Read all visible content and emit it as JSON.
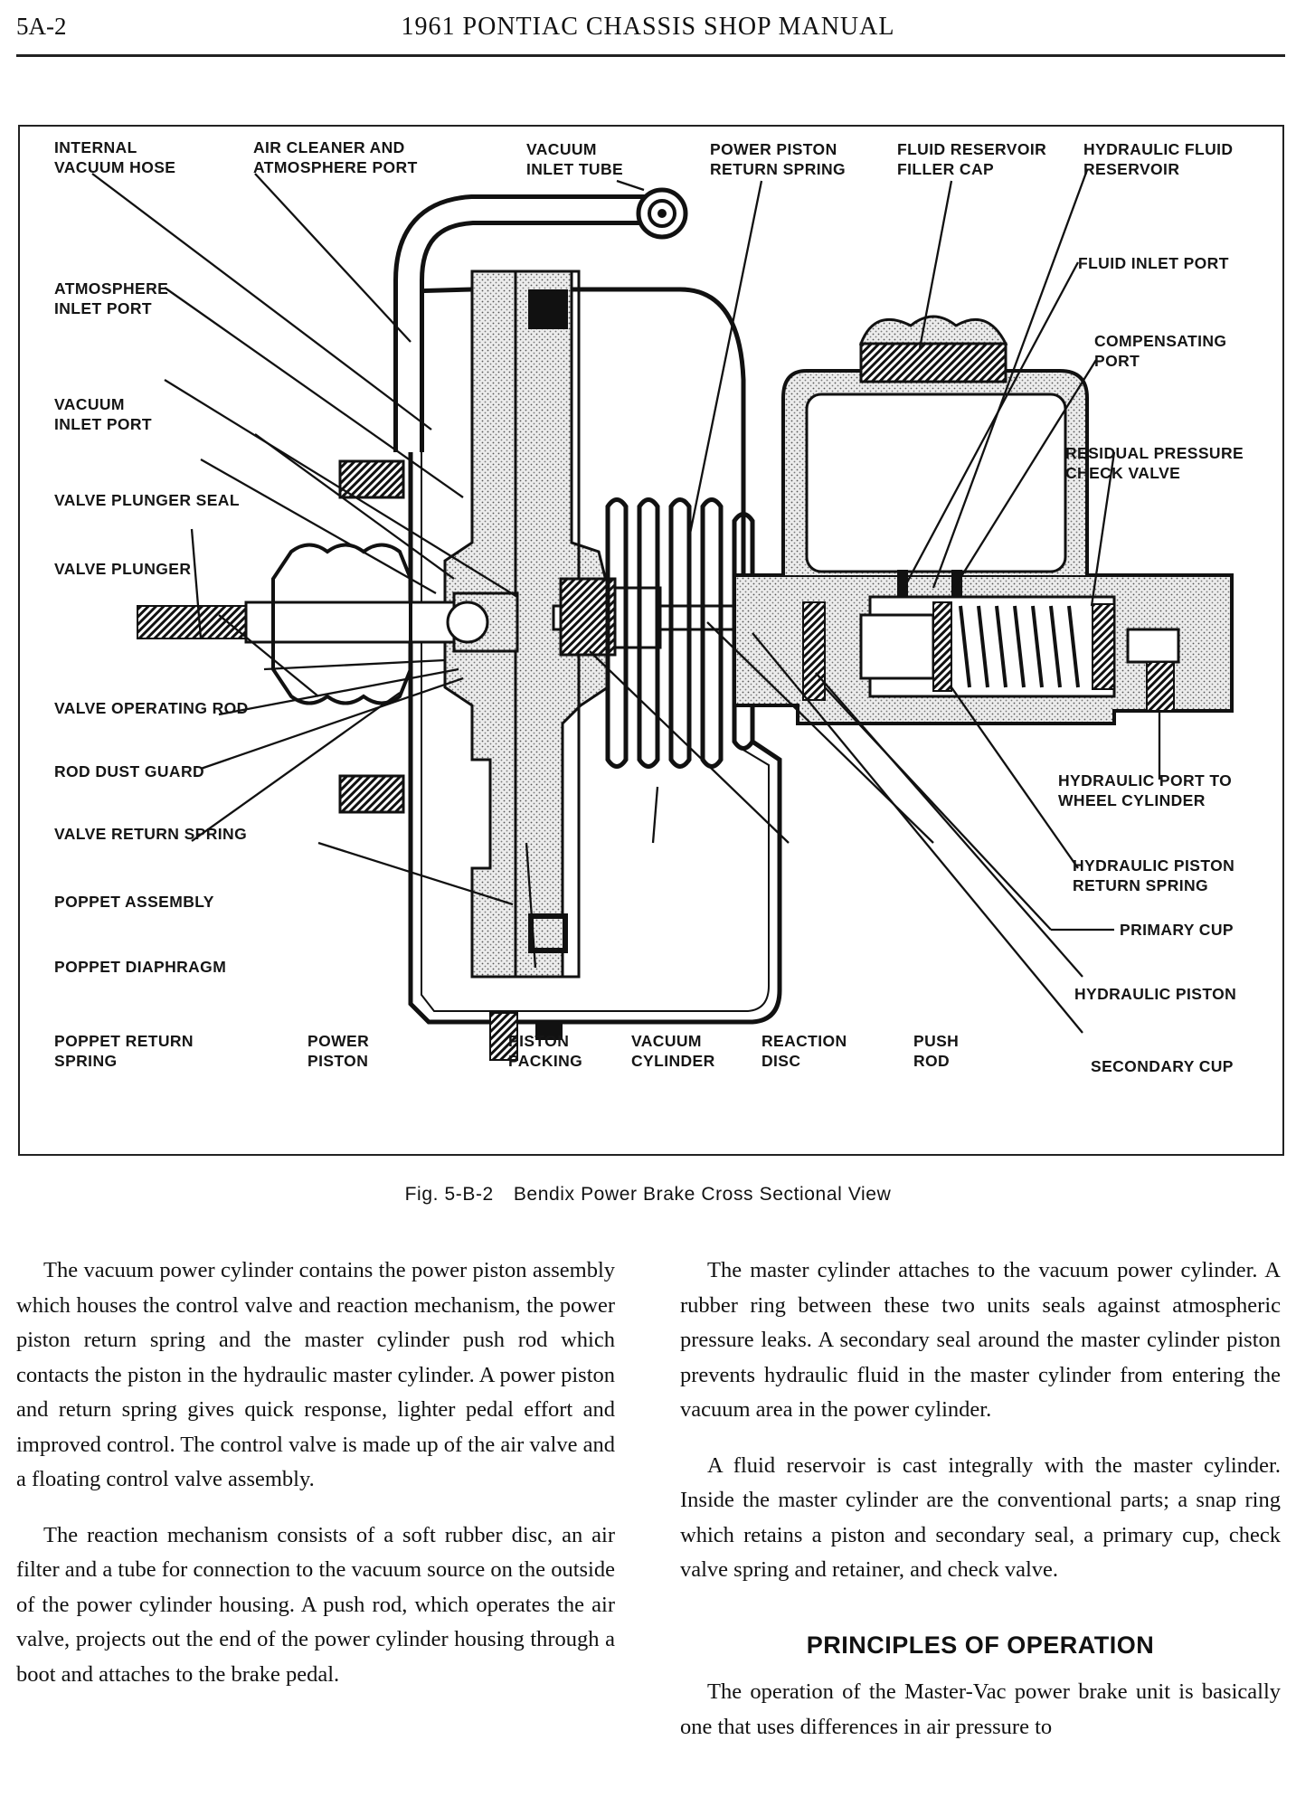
{
  "header": {
    "page_number": "5A-2",
    "title": "1961 PONTIAC CHASSIS SHOP MANUAL"
  },
  "figure": {
    "labels": [
      {
        "id": "internal_vacuum_hose",
        "text": "INTERNAL\nVACUUM HOSE"
      },
      {
        "id": "air_cleaner",
        "text": "AIR CLEANER AND\nATMOSPHERE PORT"
      },
      {
        "id": "vacuum_inlet_tube",
        "text": "VACUUM\nINLET TUBE"
      },
      {
        "id": "power_piston_return_spring",
        "text": "POWER PISTON\nRETURN SPRING"
      },
      {
        "id": "fluid_reservoir_filler_cap",
        "text": "FLUID RESERVOIR\nFILLER CAP"
      },
      {
        "id": "hydraulic_fluid_reservoir",
        "text": "HYDRAULIC FLUID\nRESERVOIR"
      },
      {
        "id": "atmosphere_inlet_port",
        "text": "ATMOSPHERE\nINLET PORT"
      },
      {
        "id": "fluid_inlet_port",
        "text": "FLUID INLET PORT"
      },
      {
        "id": "compensating_port",
        "text": "COMPENSATING\nPORT"
      },
      {
        "id": "vacuum_inlet_port",
        "text": "VACUUM\nINLET PORT"
      },
      {
        "id": "residual_pressure_check_valve",
        "text": "RESIDUAL PRESSURE\nCHECK VALVE"
      },
      {
        "id": "valve_plunger_seal",
        "text": "VALVE PLUNGER SEAL"
      },
      {
        "id": "valve_plunger",
        "text": "VALVE PLUNGER"
      },
      {
        "id": "valve_operating_rod",
        "text": "VALVE OPERATING ROD"
      },
      {
        "id": "rod_dust_guard",
        "text": "ROD DUST GUARD"
      },
      {
        "id": "hydraulic_port",
        "text": "HYDRAULIC PORT TO\nWHEEL CYLINDER"
      },
      {
        "id": "valve_return_spring",
        "text": "VALVE RETURN SPRING"
      },
      {
        "id": "hydraulic_piston_return_spring",
        "text": "HYDRAULIC PISTON\nRETURN SPRING"
      },
      {
        "id": "poppet_assembly",
        "text": "POPPET ASSEMBLY"
      },
      {
        "id": "primary_cup",
        "text": "PRIMARY CUP"
      },
      {
        "id": "poppet_diaphragm",
        "text": "POPPET DIAPHRAGM"
      },
      {
        "id": "hydraulic_piston",
        "text": "HYDRAULIC PISTON"
      },
      {
        "id": "poppet_return_spring",
        "text": "POPPET RETURN\nSPRING"
      },
      {
        "id": "power_piston",
        "text": "POWER\nPISTON"
      },
      {
        "id": "piston_packing",
        "text": "PISTON\nPACKING"
      },
      {
        "id": "vacuum_cylinder",
        "text": "VACUUM\nCYLINDER"
      },
      {
        "id": "reaction_disc",
        "text": "REACTION\nDISC"
      },
      {
        "id": "push_rod",
        "text": "PUSH\nROD"
      },
      {
        "id": "secondary_cup",
        "text": "SECONDARY CUP"
      }
    ],
    "caption_number": "Fig. 5-B-2",
    "caption_text": "Bendix Power Brake Cross Sectional View"
  },
  "body": {
    "left_paragraphs": [
      "The vacuum power cylinder contains the power piston assembly which houses the control valve and reaction mechanism, the power piston return spring and the master cylinder push rod which contacts the piston in the hydraulic master cylinder. A power piston and return spring gives quick response, lighter pedal effort and improved control. The control valve is made up of the air valve and a floating control valve assembly.",
      "The reaction mechanism consists of a soft rubber disc, an air filter and a tube for connection to the vacuum source on the outside of the power cylinder housing. A push rod, which operates the air valve, projects out the end of the power cylinder housing through a boot and attaches to the brake pedal."
    ],
    "right_paragraphs": [
      "The master cylinder attaches to the vacuum power cylinder. A rubber ring between these two units seals against atmospheric pressure leaks. A secondary seal around the master cylinder piston prevents hydraulic fluid in the master cylinder from entering the vacuum area in the power cylinder.",
      "A fluid reservoir is cast integrally with the master cylinder. Inside the master cylinder are the conventional parts; a snap ring which retains a piston and secondary seal, a primary cup, check valve spring and retainer, and check valve."
    ],
    "section_heading": "PRINCIPLES OF OPERATION",
    "section_paragraph": "The operation of the Master-Vac power brake unit is basically one that uses differences in air pressure to"
  }
}
